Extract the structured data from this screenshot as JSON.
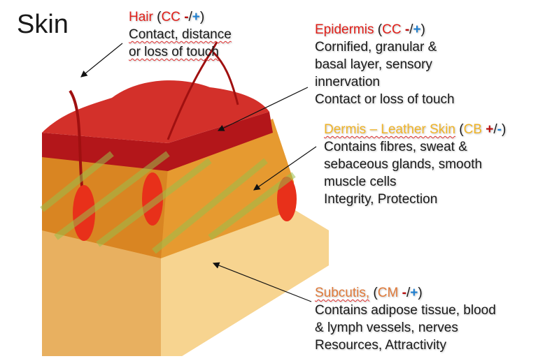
{
  "title": "Skin",
  "hair": {
    "name": "Hair",
    "code": "CC",
    "sign1": "-",
    "sep": "/",
    "sign2": "+",
    "lines": [
      "Contact, distance",
      "or loss of touch"
    ]
  },
  "epidermis": {
    "name": "Epidermis",
    "code": "CC",
    "sign1": "-",
    "sep": "/",
    "sign2": "+",
    "lines": [
      "Cornified, granular &",
      "basal layer, sensory",
      "innervation",
      "Contact or loss of touch"
    ]
  },
  "dermis": {
    "name": "Dermis – Leather Skin",
    "code": "CB",
    "sign1": "+",
    "sep": "/",
    "sign2": "-",
    "lines": [
      "Contains fibres, sweat &",
      "sebaceous glands, smooth",
      "muscle cells",
      "Integrity, Protection"
    ]
  },
  "subcutis": {
    "name": "Subcutis,",
    "code": "CM",
    "sign1": "-",
    "sep": "/",
    "sign2": "+",
    "lines": [
      "Contains adipose tissue, blood",
      "& lymph vessels, nerves",
      "Resources, Attractivity"
    ]
  },
  "colors": {
    "hair": "#e0201a",
    "epidermis": "#e0201a",
    "dermis": "#f0b428",
    "subcutis": "#e07a3a"
  }
}
